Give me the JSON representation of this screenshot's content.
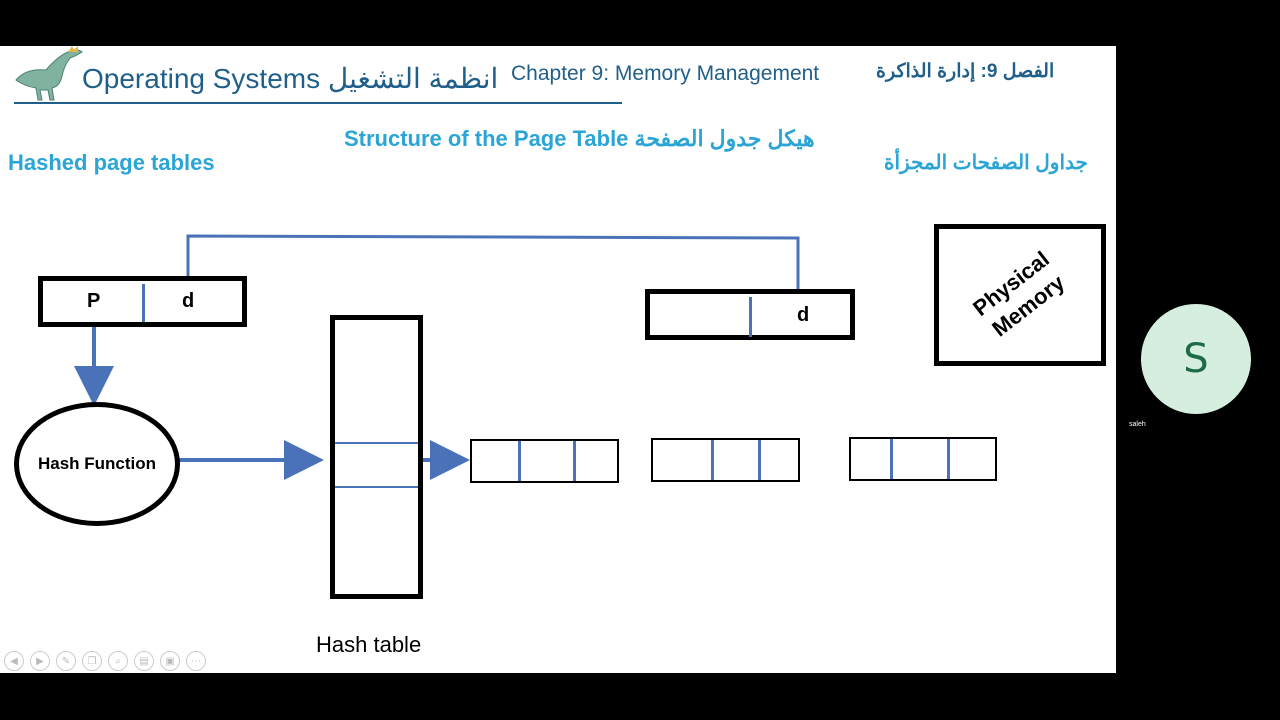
{
  "header": {
    "title": "Operating Systems انظمة التشغيل",
    "chapter": "Chapter 9:  Memory Management",
    "chapter_ar": "الفصل 9: إدارة الذاكرة"
  },
  "headings": {
    "left": "Hashed page tables",
    "center": "Structure of the Page Table هيكل جدول الصفحة",
    "right": "جداول الصفحات المجزأة"
  },
  "diagram": {
    "logical_p": "P",
    "logical_d": "d",
    "physical_d": "d",
    "hash_function": "Hash Function",
    "hash_table": "Hash table",
    "physical_memory_line1": "Physical",
    "physical_memory_line2": "Memory"
  },
  "participant": {
    "initial": "S",
    "name": "saleh"
  },
  "toolbar": {
    "icons": [
      "prev-icon",
      "play-icon",
      "pen-icon",
      "copy-icon",
      "zoom-icon",
      "subtitle-icon",
      "camera-icon",
      "more-icon"
    ]
  }
}
